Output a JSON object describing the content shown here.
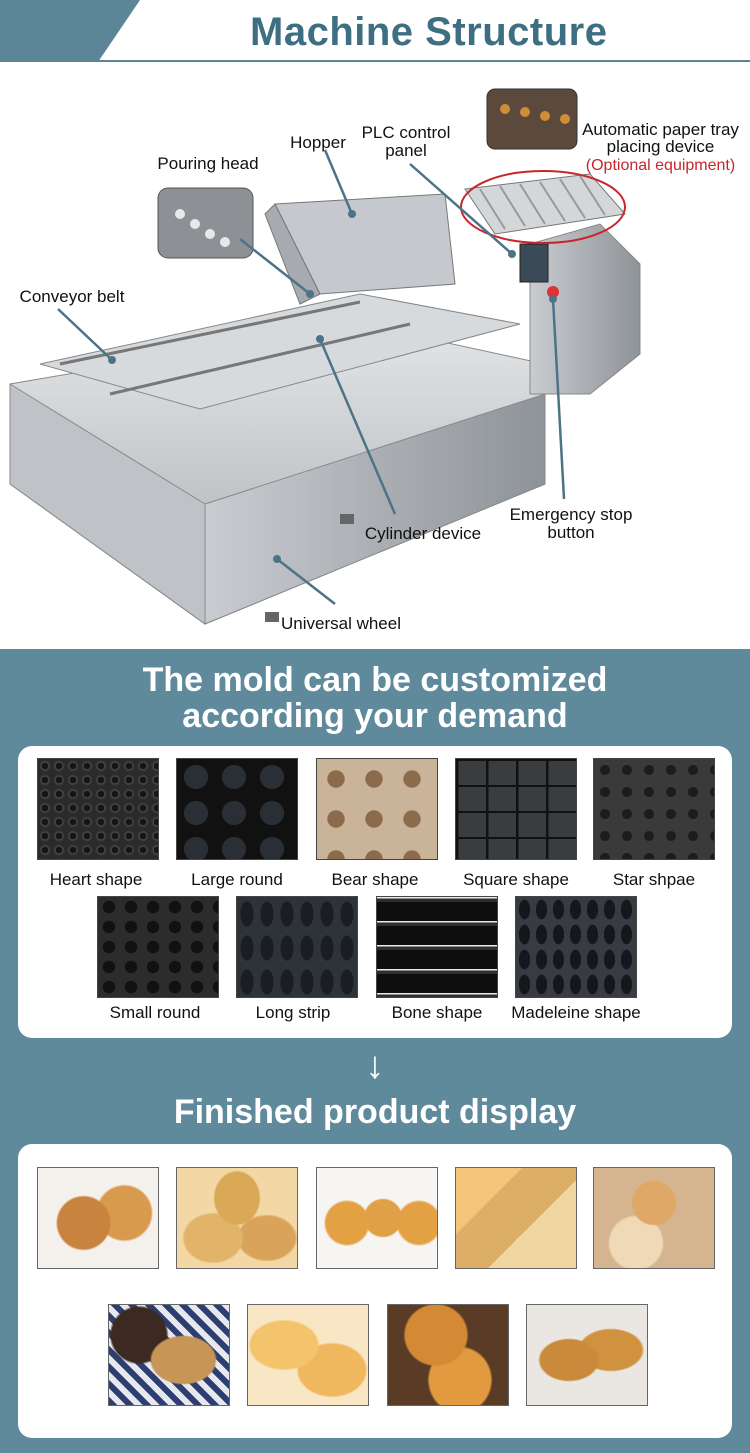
{
  "header": {
    "title": "Machine Structure"
  },
  "labels": {
    "hopper": "Hopper",
    "plc_line1": "PLC control",
    "plc_line2": "panel",
    "pouring_head": "Pouring head",
    "paper_tray_line1": "Automatic paper tray",
    "paper_tray_line2": "placing device",
    "optional": "(Optional equipment)",
    "conveyor": "Conveyor belt",
    "emergency_line1": "Emergency stop",
    "emergency_line2": "button",
    "cylinder": "Cylinder device",
    "wheel": "Universal wheel"
  },
  "mold_section": {
    "heading_line1": "The mold can be customized",
    "heading_line2": "according your demand",
    "molds": [
      "Heart shape",
      "Large round",
      "Bear shape",
      "Square shape",
      "Star shpae",
      "Small round",
      "Long strip",
      "Bone shape",
      "Madeleine shape"
    ]
  },
  "arrow": "↓",
  "finished_section": {
    "heading": "Finished product display"
  },
  "colors": {
    "accent": "#5f8a9c",
    "title": "#3d6e81",
    "highlight": "#c8262b"
  }
}
